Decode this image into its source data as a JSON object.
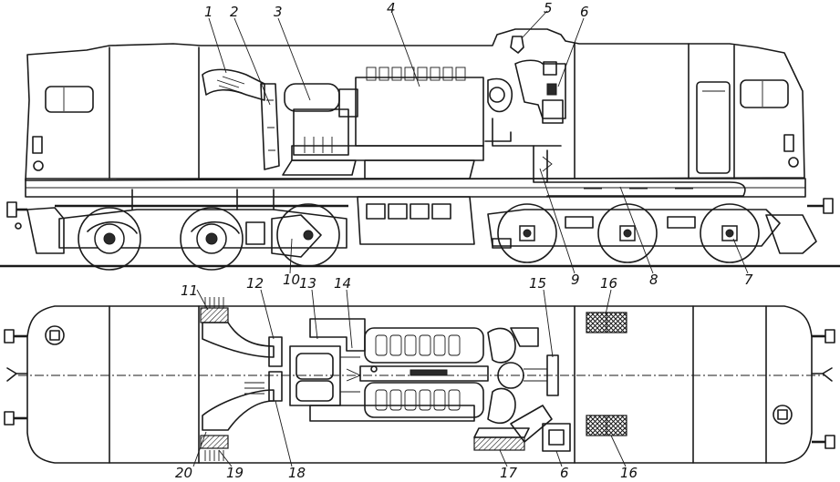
{
  "labels": {
    "l1": "1",
    "l2": "2",
    "l3": "3",
    "l4": "4",
    "l5": "5",
    "l6": "6",
    "l7": "7",
    "l8": "8",
    "l9": "9",
    "l10": "10",
    "l11": "11",
    "l12": "12",
    "l13": "13",
    "l14": "14",
    "l15": "15",
    "l16a": "16",
    "l16b": "16",
    "l17": "17",
    "l18": "18",
    "l19": "19",
    "l20": "20",
    "l6b": "6"
  }
}
